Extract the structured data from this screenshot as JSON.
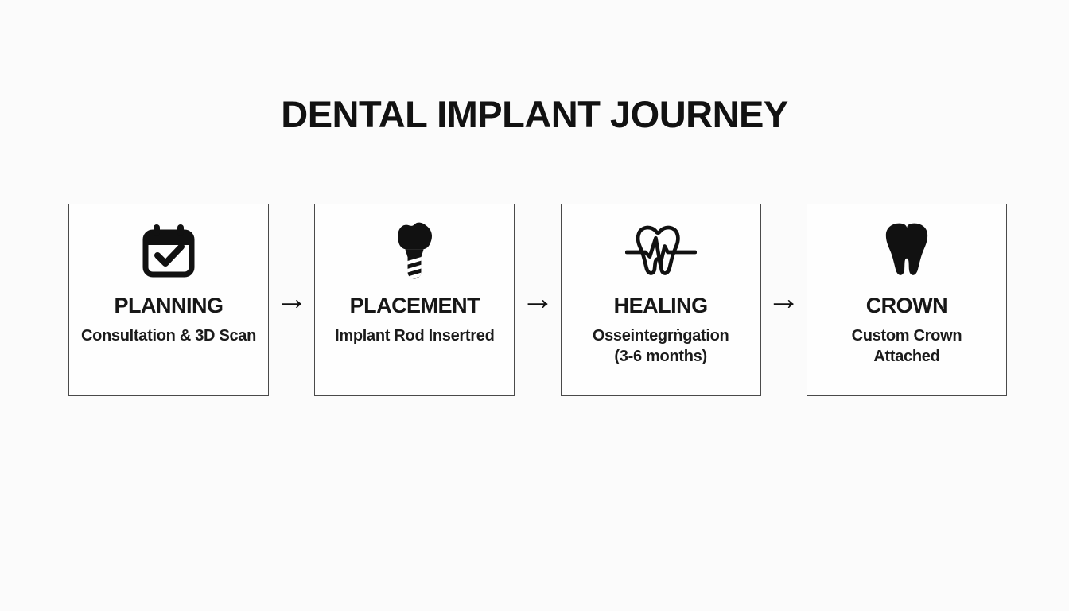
{
  "title": "DENTAL IMPLANT JOURNEY",
  "arrow_glyph": "→",
  "colors": {
    "background": "#fbfbfb",
    "box_border": "#4a4a4a",
    "icon": "#111111",
    "text": "#151515"
  },
  "steps": [
    {
      "icon": "calendar-check-icon",
      "heading": "PLANNING",
      "subtitle_lines": {
        "0": "Consultation & 3D Scan"
      }
    },
    {
      "icon": "dental-implant-icon",
      "heading": "PLACEMENT",
      "subtitle_lines": {
        "0": "Implant Rod Insertred"
      }
    },
    {
      "icon": "tooth-pulse-icon",
      "heading": "HEALING",
      "subtitle_lines": {
        "0": "Osseintegrṅgation",
        "1": "(3-6 months)"
      }
    },
    {
      "icon": "tooth-icon",
      "heading": "CROWN",
      "subtitle_lines": {
        "0": "Custom Crown",
        "1": "Attached"
      }
    }
  ]
}
